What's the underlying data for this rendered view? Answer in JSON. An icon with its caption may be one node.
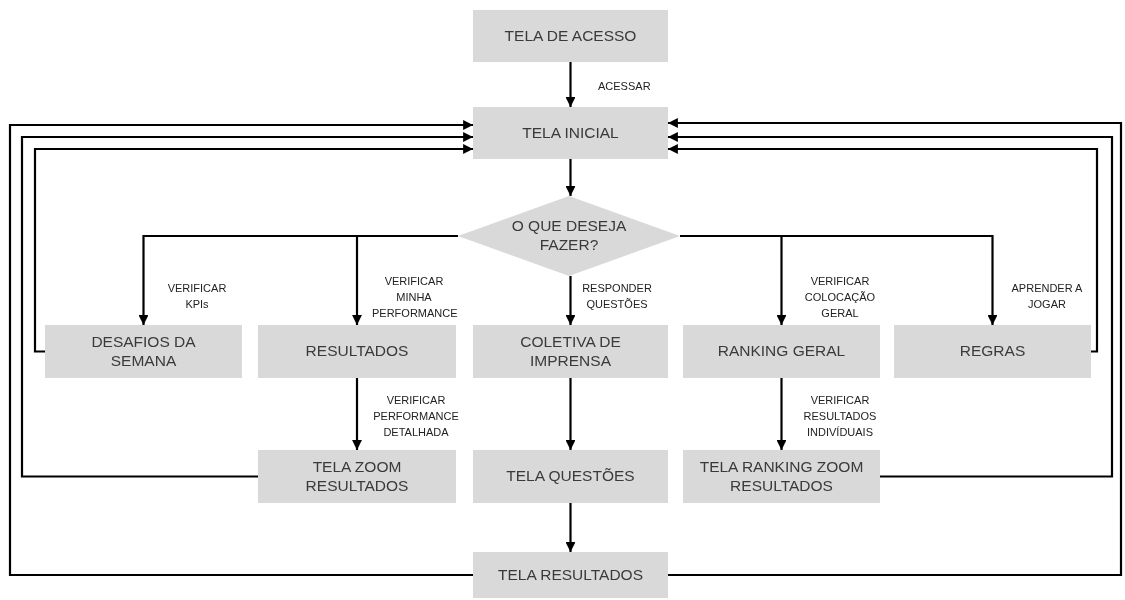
{
  "diagram": {
    "nodes": [
      {
        "text": [
          "TELA DE ACESSO"
        ]
      },
      {
        "text": [
          "TELA INICIAL"
        ]
      },
      {
        "text": [
          "O QUE DESEJA FAZER?"
        ]
      },
      {
        "text": [
          "DESAFIOS DA SEMANA"
        ]
      },
      {
        "text": [
          "RESULTADOS"
        ]
      },
      {
        "text": [
          "COLETIVA DE IMPRENSA"
        ]
      },
      {
        "text": [
          "RANKING GERAL"
        ]
      },
      {
        "text": [
          "REGRAS"
        ]
      },
      {
        "text": [
          "TELA ZOOM RESULTADOS"
        ]
      },
      {
        "text": [
          "TELA QUESTÕES"
        ]
      },
      {
        "text": [
          "TELA RANKING ZOOM RESULTADOS"
        ]
      },
      {
        "text": [
          "TELA RESULTADOS"
        ]
      }
    ],
    "edges": [
      {
        "from": 0,
        "to": 1,
        "arrow": "to",
        "label": "ACESSAR"
      },
      {
        "from": 1,
        "to": 2,
        "arrow": "to"
      },
      {
        "from": 2,
        "to": 3,
        "arrow": "to",
        "label": "VERIFICAR KPIs"
      },
      {
        "from": 2,
        "to": 4,
        "arrow": "to",
        "label": "VERIFICAR MINHA PERFORMANCE"
      },
      {
        "from": 2,
        "to": 5,
        "arrow": "to",
        "label": "RESPONDER QUESTÕES"
      },
      {
        "from": 2,
        "to": 6,
        "arrow": "to",
        "label": "VERIFICAR COLOCAÇÃO GERAL"
      },
      {
        "from": 2,
        "to": 7,
        "arrow": "to",
        "label": "APRENDER A JOGAR"
      },
      {
        "from": 4,
        "to": 8,
        "arrow": "to",
        "label": "VERIFICAR PERFORMANCE DETALHADA"
      },
      {
        "from": 5,
        "to": 9,
        "arrow": "to"
      },
      {
        "from": 6,
        "to": 10,
        "arrow": "to",
        "label": "VERIFICAR RESULTADOS INDIVÍDUAIS"
      },
      {
        "from": 9,
        "to": 11,
        "arrow": "to"
      },
      {
        "from": 3,
        "to": 1,
        "arrow": "to"
      },
      {
        "from": 8,
        "to": 1,
        "arrow": "to"
      },
      {
        "from": 11,
        "to": 1,
        "arrow": "to"
      },
      {
        "from": 7,
        "to": 1,
        "arrow": "to"
      },
      {
        "from": 10,
        "to": 1,
        "arrow": "to"
      },
      {
        "from": 11,
        "to": 1,
        "arrow": "to"
      }
    ]
  }
}
